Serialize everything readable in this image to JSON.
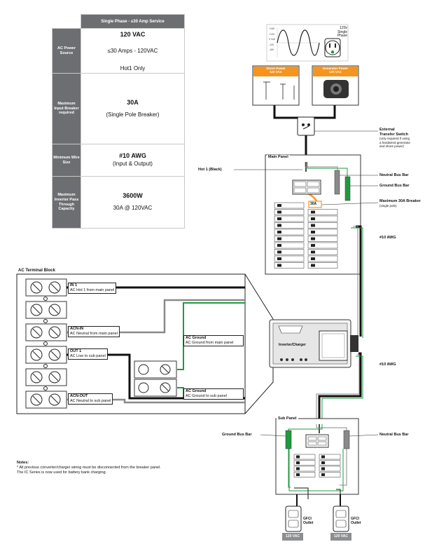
{
  "spec_table": {
    "header": "Single Phase - ≤30 Amp Service",
    "rows": [
      {
        "label": "AC Power Source",
        "lines": [
          "120 VAC",
          "≤30 Amps - 120VAC",
          "Hot1 Only"
        ]
      },
      {
        "label": "Maximum Input Breaker required",
        "lines": [
          "30A",
          "(Single Pole Breaker)"
        ]
      },
      {
        "label": "Minimum Wire Size",
        "lines": [
          "#10 AWG",
          "(Input & Output)"
        ]
      },
      {
        "label": "Maximum Inverter Pass Through Capacity",
        "lines": [
          "3600W",
          "30A @ 120VAC"
        ]
      }
    ]
  },
  "waveform": {
    "y_labels": [
      "+169",
      "+120",
      "0 Volt",
      "-120",
      "-169"
    ],
    "caption": [
      "120v",
      "Single Phase"
    ]
  },
  "sources": {
    "shore": [
      "Shore Power",
      "120 VAC"
    ],
    "generator": [
      "Generator Power",
      "120 VAC"
    ]
  },
  "transfer_switch": {
    "title": [
      "External",
      "Transfer Switch"
    ],
    "note": [
      "(only required if using",
      "a hardwired generator",
      "and shore power)"
    ]
  },
  "main_panel": {
    "title": "Main Panel",
    "hot1": "Hot 1 (Black)",
    "neutral_bar": "Neutral Bus Bar",
    "ground_bar": "Ground Bus Bar",
    "breaker_label": "30A",
    "max_breaker": "Maximum 30A Breaker",
    "max_breaker_note": "(single pole)"
  },
  "wire_labels": [
    "#10 AWG",
    "#10 AWG"
  ],
  "inverter": {
    "label": "Inverter/Charger"
  },
  "terminal_block": {
    "title": "AC Terminal Block",
    "entries": [
      {
        "name": "IN 1",
        "desc": "AC Hot 1 from main panel"
      },
      {
        "name": "ACN-IN",
        "desc": "AC Neutral from main panel"
      },
      {
        "name": "OUT 1",
        "desc": "AC Live to sub panel"
      },
      {
        "name": "ACN-OUT",
        "desc": "AC Neutral to sub panel"
      }
    ],
    "ground_in": {
      "name": "AC Ground",
      "desc": "AC Ground from main panel"
    },
    "ground_out": {
      "name": "AC Ground",
      "desc": "AC Ground to sub panel"
    }
  },
  "sub_panel": {
    "title": "Sub Panel",
    "ground_bar": "Ground Bus Bar",
    "neutral_bar": "Neutral Bus Bar"
  },
  "outlets": [
    {
      "name": [
        "GFCI",
        "Outlet"
      ],
      "tag": "120 VAC"
    },
    {
      "name": [
        "GFCI",
        "Outlet"
      ],
      "tag": "120 VAC"
    }
  ],
  "notes": {
    "heading": "Notes:",
    "text": "*  All previous converter/charger wiring must be disconnected from the breaker panel. The IC Series is now used for battery bank charging."
  },
  "colors": {
    "hot": "#111111",
    "neutral": "#8a8a8a",
    "ground": "#1f9a3f",
    "accent": "#f7941d",
    "label_bg": "#6d6e71"
  }
}
